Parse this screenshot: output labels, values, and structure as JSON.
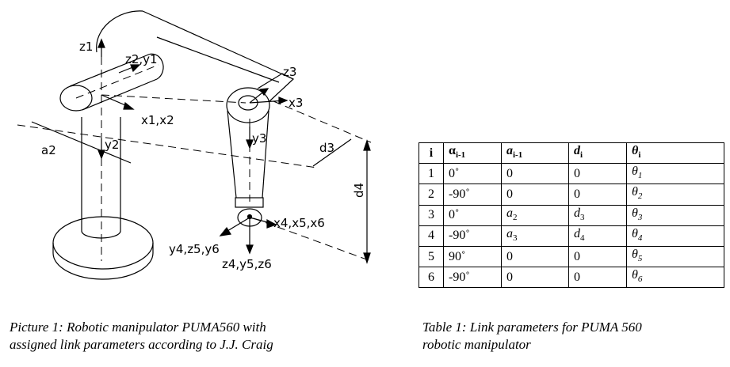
{
  "labels": {
    "z1": "z1",
    "z2y1": "z2,y1",
    "x1x2": "x1,x2",
    "y2": "y2",
    "a2": "a2",
    "z3": "z3",
    "x3": "x3",
    "y3": "y3",
    "d3": "d3",
    "d4": "d4",
    "x456": "x4,x5,x6",
    "y4z5y6": "y4,z5,y6",
    "z4y5z6": "z4,y5,z6"
  },
  "captions": {
    "picture_line1": "Picture 1: Robotic manipulator PUMA560 with",
    "picture_line2": "assigned link parameters according to J.J. Craig",
    "table_line1": "Table 1: Link parameters for PUMA 560",
    "table_line2": "robotic manipulator"
  },
  "table": {
    "headers": [
      "i",
      "α",
      "a",
      "d",
      "θ"
    ],
    "header_subs": [
      "",
      "i-1",
      "i-1",
      "i",
      "i"
    ],
    "rows": [
      {
        "i": "1",
        "alpha": "0˚",
        "a": "0",
        "d": "0",
        "theta": "θ",
        "theta_sub": "1"
      },
      {
        "i": "2",
        "alpha": "-90˚",
        "a": "0",
        "d": "0",
        "theta": "θ",
        "theta_sub": "2"
      },
      {
        "i": "3",
        "alpha": "0˚",
        "a": "a",
        "a_sub": "2",
        "d": "d",
        "d_sub": "3",
        "theta": "θ",
        "theta_sub": "3"
      },
      {
        "i": "4",
        "alpha": "-90˚",
        "a": "a",
        "a_sub": "3",
        "d": "d",
        "d_sub": "4",
        "theta": "θ",
        "theta_sub": "4"
      },
      {
        "i": "5",
        "alpha": "90˚",
        "a": "0",
        "d": "0",
        "theta": "θ",
        "theta_sub": "5"
      },
      {
        "i": "6",
        "alpha": "-90˚",
        "a": "0",
        "d": "0",
        "theta": "θ",
        "theta_sub": "6"
      }
    ]
  }
}
